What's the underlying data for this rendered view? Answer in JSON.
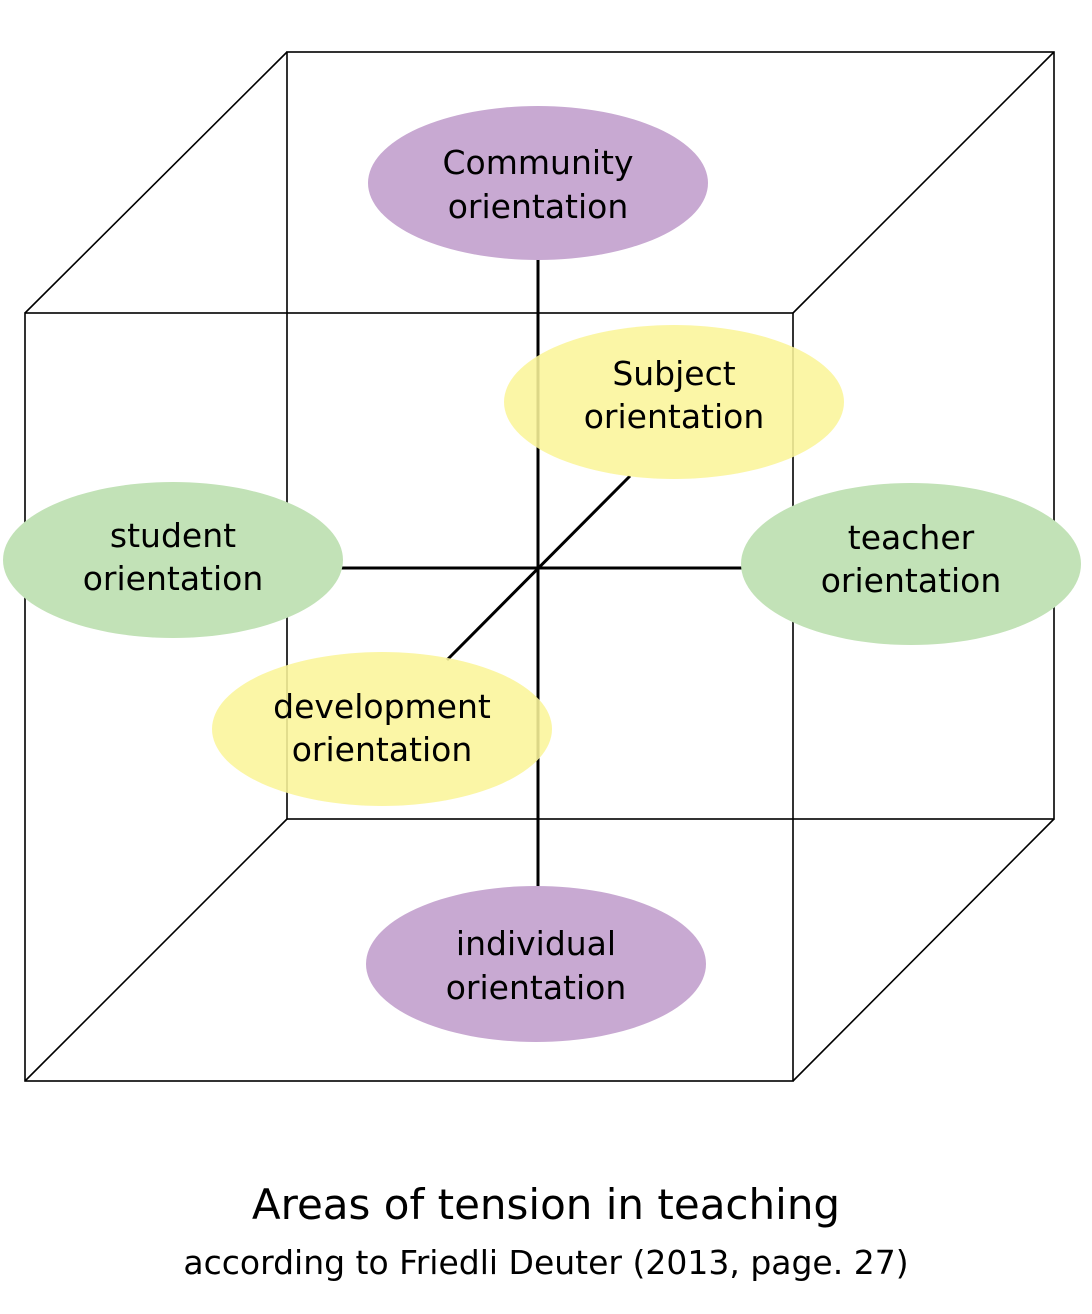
{
  "diagram": {
    "colors": {
      "purple": "#c8a9d2",
      "yellow": "#fbf59a",
      "green": "#c2e2b7",
      "line": "#000000"
    },
    "nodes": {
      "community": {
        "line1": "Community",
        "line2": "orientation",
        "color": "purple"
      },
      "subject": {
        "line1": "Subject",
        "line2": "orientation",
        "color": "yellow"
      },
      "student": {
        "line1": "student",
        "line2": "orientation",
        "color": "green"
      },
      "teacher": {
        "line1": "teacher",
        "line2": "orientation",
        "color": "green"
      },
      "development": {
        "line1": "development",
        "line2": "orientation",
        "color": "yellow"
      },
      "individual": {
        "line1": "individual",
        "line2": "orientation",
        "color": "purple"
      }
    }
  },
  "caption": {
    "title": "Areas of tension in teaching",
    "subtitle": "according to Friedli Deuter (2013, page. 27)"
  }
}
